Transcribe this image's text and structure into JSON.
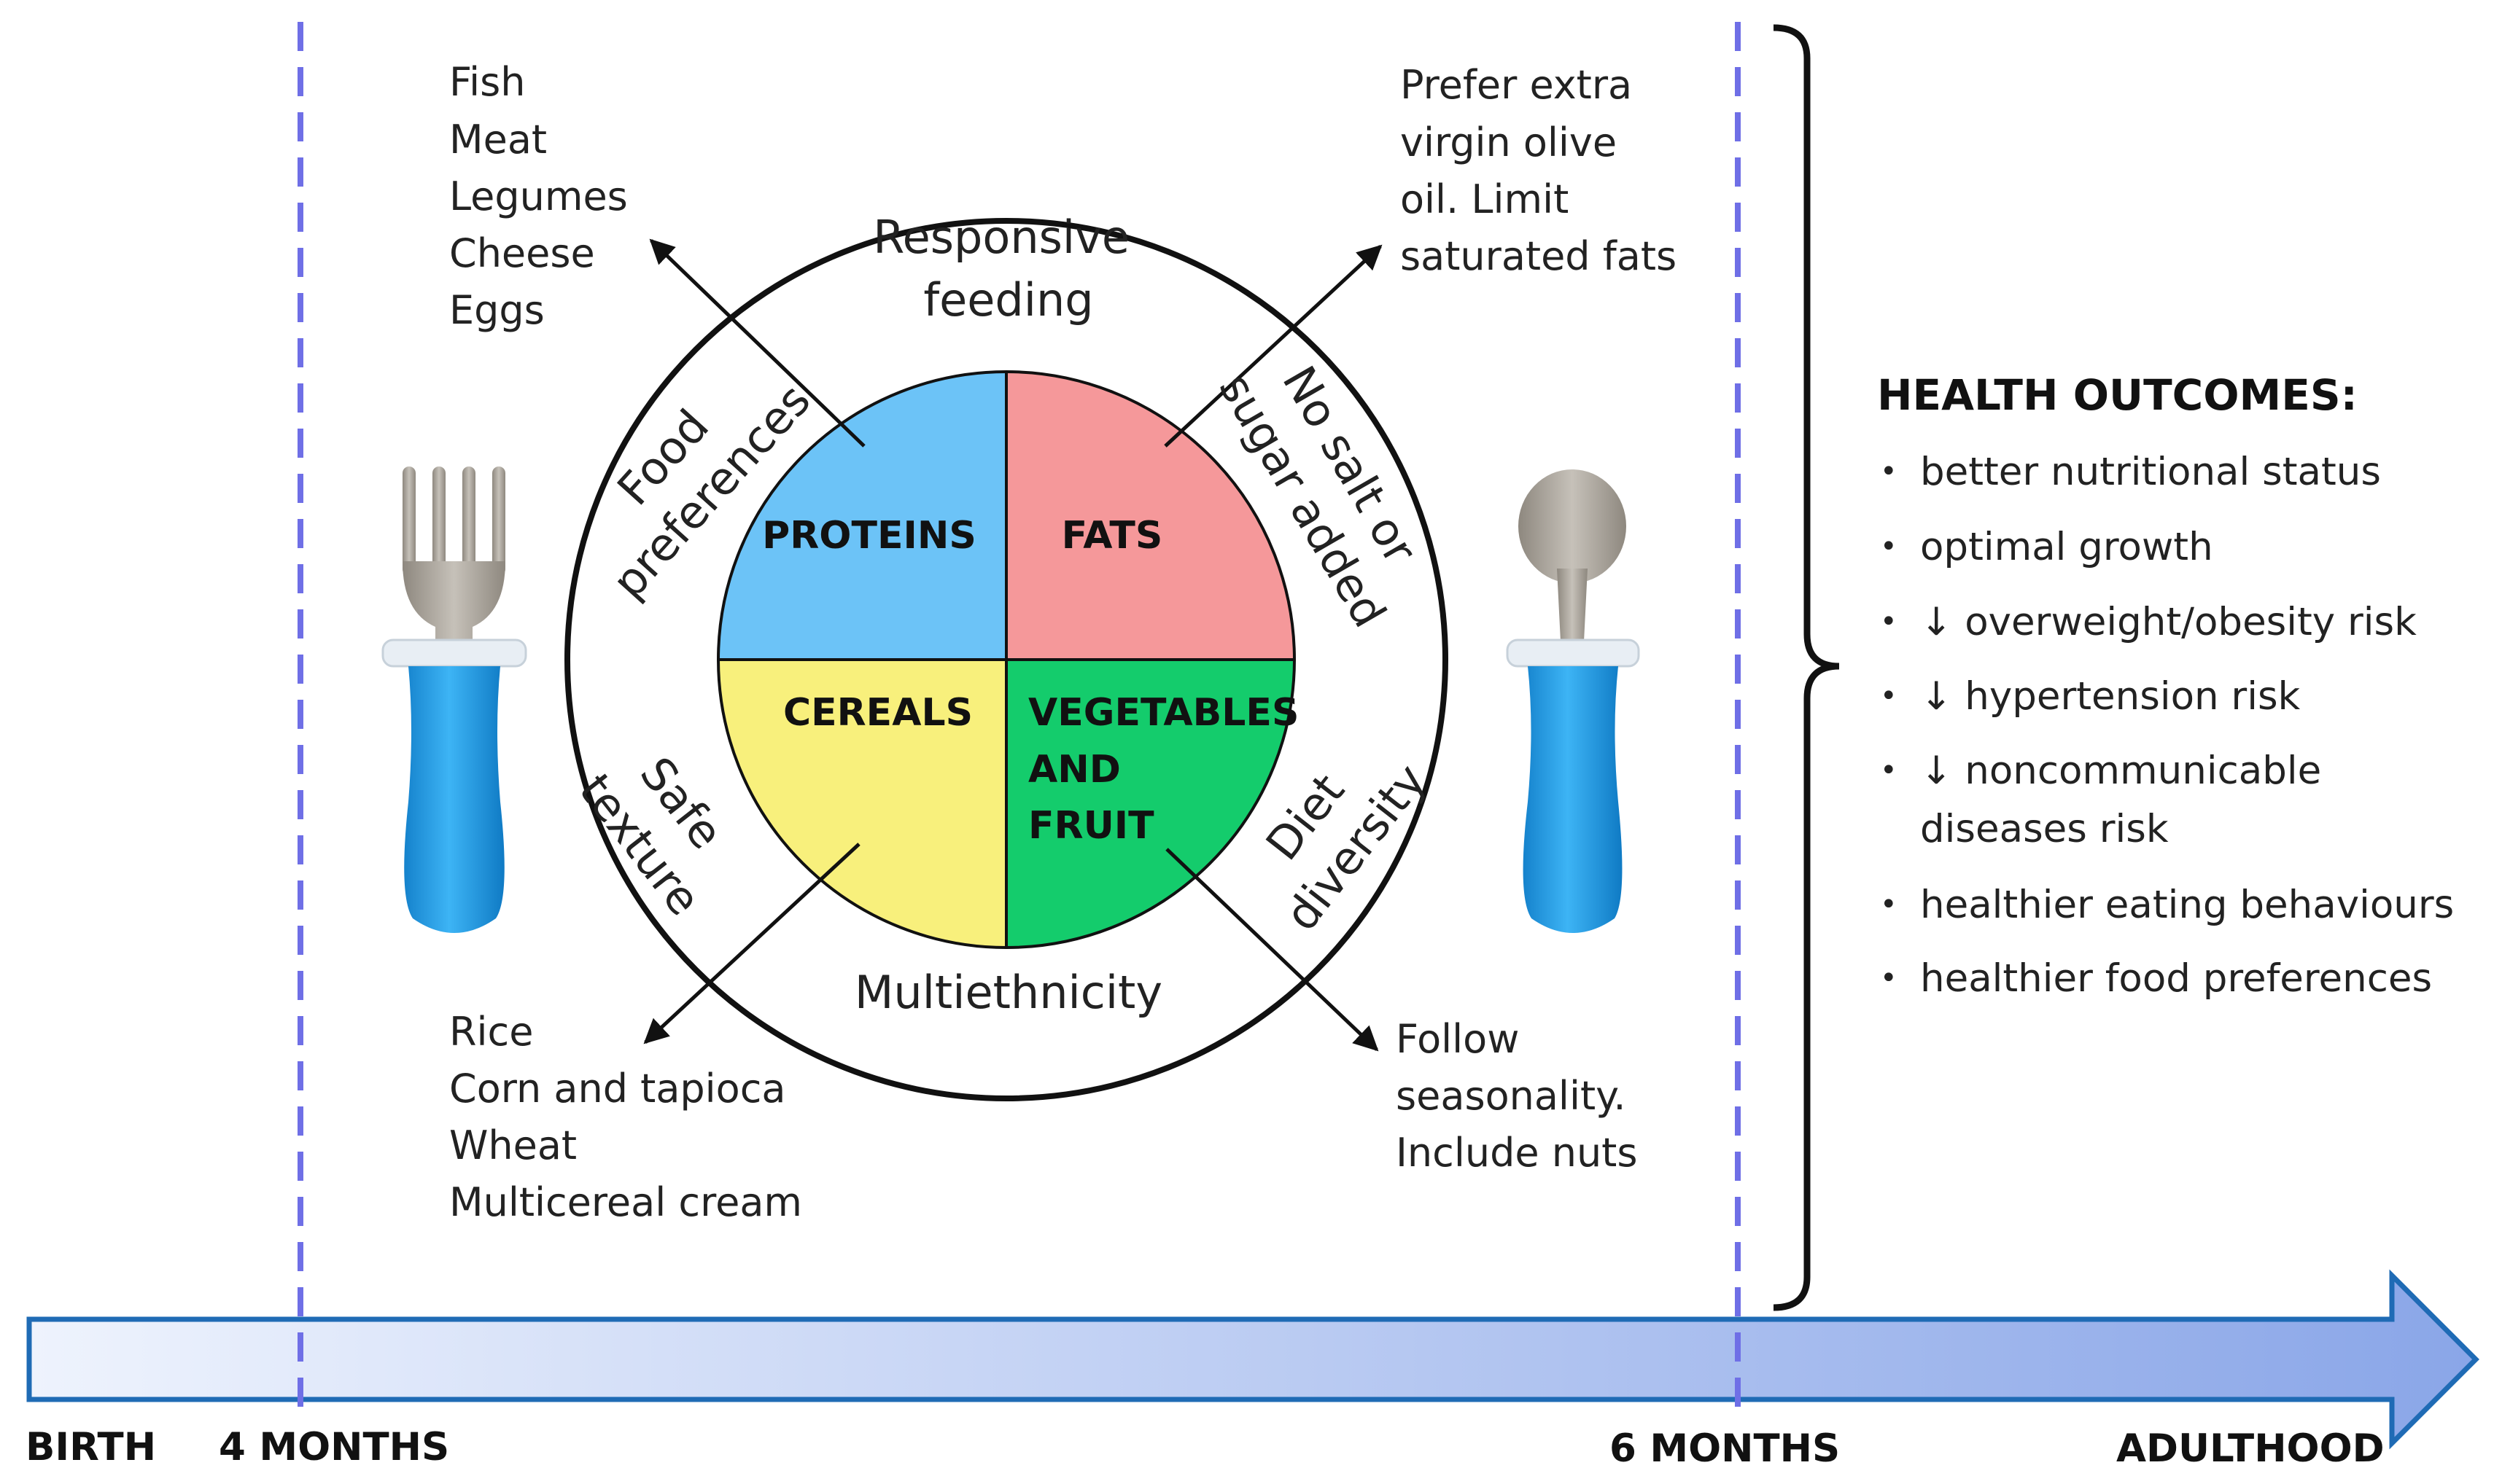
{
  "food_groups": {
    "proteins": {
      "label": "PROTEINS",
      "color": "#6cc3f7",
      "examples": [
        "Fish",
        "Meat",
        "Legumes",
        "Cheese",
        "Eggs"
      ]
    },
    "fats": {
      "label": "FATS",
      "color": "#f5989a",
      "examples": [
        "Prefer extra",
        "virgin olive",
        "oil. Limit",
        "saturated fats"
      ]
    },
    "cereals": {
      "label": "CEREALS",
      "color": "#f8f07c",
      "examples": [
        "Rice",
        "Corn and tapioca",
        "Wheat",
        "Multicereal cream"
      ]
    },
    "vegetables_fruit": {
      "label_lines": [
        "VEGETABLES",
        "AND",
        "FRUIT"
      ],
      "color": "#14cc6c",
      "examples": [
        "Follow",
        "seasonality.",
        "Include nuts"
      ]
    }
  },
  "ring_labels": {
    "top": [
      "Responsive",
      "feeding"
    ],
    "bottom": "Multiethnicity",
    "upper_left": [
      "Food",
      "preferences"
    ],
    "upper_right": [
      "No salt or",
      "sugar added"
    ],
    "lower_left": [
      "Safe",
      "texture"
    ],
    "lower_right": [
      "Diet",
      "diversity"
    ]
  },
  "health_outcomes": {
    "title": "HEALTH OUTCOMES:",
    "items": [
      [
        "better nutritional status"
      ],
      [
        "optimal growth"
      ],
      [
        "↓ overweight/obesity  risk"
      ],
      [
        "↓ hypertension risk"
      ],
      [
        "↓ noncommunicable",
        "diseases risk"
      ],
      [
        "healthier eating behaviours"
      ],
      [
        "healthier food preferences"
      ]
    ]
  },
  "timeline": {
    "labels": [
      "BIRTH",
      "4 MONTHS",
      "6 MONTHS",
      "ADULTHOOD"
    ]
  },
  "colors": {
    "marker_line": "#6f6fe6",
    "arrow_fill_start": "#eef3fd",
    "arrow_fill_end": "#8aa6e8",
    "arrow_stroke": "#1f6bb5",
    "utensil_handle": "#1a9be6",
    "utensil_metal": "#a39d94"
  }
}
